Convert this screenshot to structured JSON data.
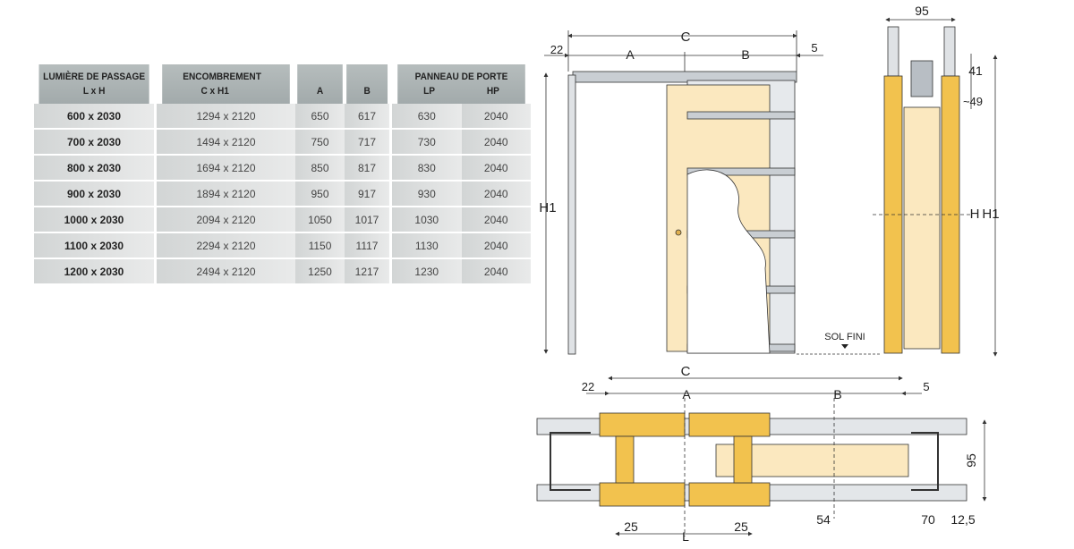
{
  "table": {
    "headers": {
      "group1": "LUMIÈRE DE PASSAGE",
      "lh": "L x H",
      "group2": "ENCOMBREMENT",
      "ch1": "C x H1",
      "a": "A",
      "b": "B",
      "group3": "PANNEAU DE PORTE",
      "lp": "LP",
      "hp": "HP"
    },
    "rows": [
      {
        "lh": "600 x 2030",
        "ch1": "1294 x 2120",
        "a": "650",
        "b": "617",
        "lp": "630",
        "hp": "2040"
      },
      {
        "lh": "700 x 2030",
        "ch1": "1494 x 2120",
        "a": "750",
        "b": "717",
        "lp": "730",
        "hp": "2040"
      },
      {
        "lh": "800 x 2030",
        "ch1": "1694 x 2120",
        "a": "850",
        "b": "817",
        "lp": "830",
        "hp": "2040"
      },
      {
        "lh": "900 x 2030",
        "ch1": "1894 x 2120",
        "a": "950",
        "b": "917",
        "lp": "930",
        "hp": "2040"
      },
      {
        "lh": "1000 x 2030",
        "ch1": "2094 x 2120",
        "a": "1050",
        "b": "1017",
        "lp": "1030",
        "hp": "2040"
      },
      {
        "lh": "1100 x 2030",
        "ch1": "2294 x 2120",
        "a": "1150",
        "b": "1117",
        "lp": "1130",
        "hp": "2040"
      },
      {
        "lh": "1200 x 2030",
        "ch1": "2494 x 2120",
        "a": "1250",
        "b": "1217",
        "lp": "1230",
        "hp": "2040"
      }
    ]
  },
  "elevation": {
    "c": "C",
    "d22": "22",
    "a": "A",
    "b": "B",
    "d5": "5",
    "h1": "H1",
    "floor": "SOL FINI"
  },
  "section": {
    "d95": "95",
    "d41": "41",
    "d49": "~49",
    "h": "H",
    "h1": "H1"
  },
  "plan": {
    "c": "C",
    "d22": "22",
    "a": "A",
    "b": "B",
    "d5": "5",
    "d95": "95",
    "d25a": "25",
    "l": "L",
    "d25b": "25",
    "d54": "54",
    "d70": "70",
    "d125": "12,5"
  },
  "colors": {
    "wood": "#f2c24e",
    "metal": "#c9ced3",
    "panel": "#fbe8bf"
  }
}
